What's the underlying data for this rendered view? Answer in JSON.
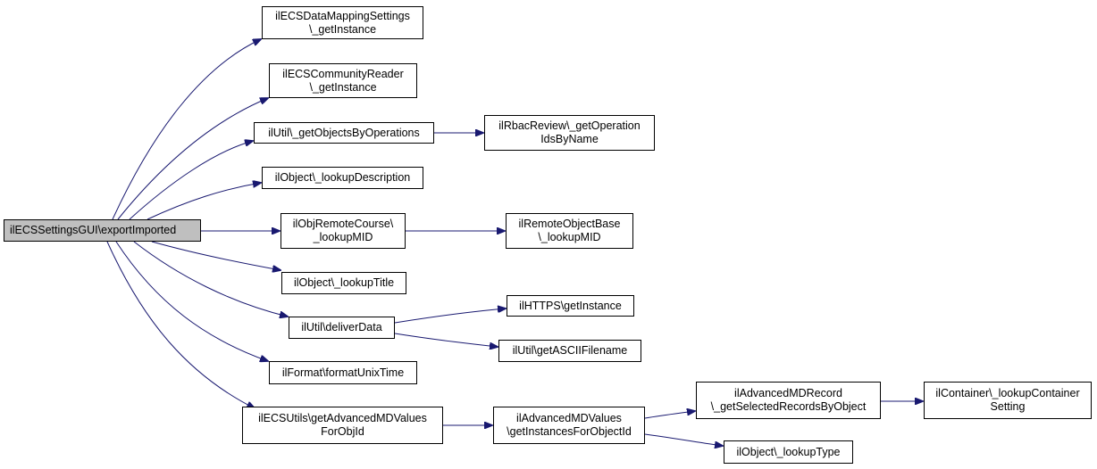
{
  "colors": {
    "edge": "#191970",
    "node_border": "#000000",
    "root_fill": "#bfbfbf",
    "node_fill": "#ffffff"
  },
  "nodes": {
    "root": {
      "lines": [
        "ilECSSettingsGUI\\exportImported"
      ]
    },
    "dms": {
      "lines": [
        "ilECSDataMappingSettings",
        "\\_getInstance"
      ]
    },
    "community": {
      "lines": [
        "ilECSCommunityReader",
        "\\_getInstance"
      ]
    },
    "getobjects": {
      "lines": [
        "ilUtil\\_getObjectsByOperations"
      ]
    },
    "rbac": {
      "lines": [
        "ilRbacReview\\_getOperation",
        "IdsByName"
      ]
    },
    "lookupdesc": {
      "lines": [
        "ilObject\\_lookupDescription"
      ]
    },
    "remotecourse": {
      "lines": [
        "ilObjRemoteCourse\\",
        "_lookupMID"
      ]
    },
    "remotebase": {
      "lines": [
        "ilRemoteObjectBase",
        "\\_lookupMID"
      ]
    },
    "lookuptitle": {
      "lines": [
        "ilObject\\_lookupTitle"
      ]
    },
    "deliver": {
      "lines": [
        "ilUtil\\deliverData"
      ]
    },
    "https": {
      "lines": [
        "ilHTTPS\\getInstance"
      ]
    },
    "ascii": {
      "lines": [
        "ilUtil\\getASCIIFilename"
      ]
    },
    "format": {
      "lines": [
        "ilFormat\\formatUnixTime"
      ]
    },
    "ecsutils": {
      "lines": [
        "ilECSUtils\\getAdvancedMDValues",
        "ForObjId"
      ]
    },
    "advvalues": {
      "lines": [
        "ilAdvancedMDValues",
        "\\getInstancesForObjectId"
      ]
    },
    "advrecord": {
      "lines": [
        "ilAdvancedMDRecord",
        "\\_getSelectedRecordsByObject"
      ]
    },
    "container": {
      "lines": [
        "ilContainer\\_lookupContainer",
        "Setting"
      ]
    },
    "lookuptype": {
      "lines": [
        "ilObject\\_lookupType"
      ]
    }
  }
}
